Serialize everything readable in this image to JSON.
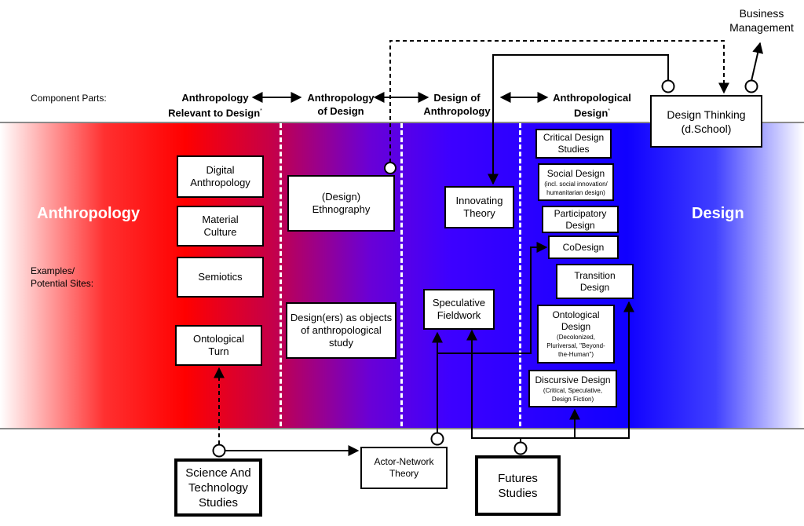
{
  "header": {
    "component_parts_label": "Component Parts:",
    "col1": "Anthropology\nRelevant to Design",
    "col1_mark": "*",
    "col2": "Anthropology\nof Design",
    "col3": "Design of\nAnthropology",
    "col4": "Anthropological\nDesign",
    "col4_mark": "*"
  },
  "left_labels": {
    "examples": "Examples/\nPotential Sites:"
  },
  "band": {
    "left_title": "Anthropology",
    "right_title": "Design"
  },
  "column1": {
    "digital": "Digital\nAnthropology",
    "material": "Material\nCulture",
    "semiotics": "Semiotics",
    "ontological_turn": "Ontological\nTurn"
  },
  "column2": {
    "ethnography": "(Design)\nEthnography",
    "designers_objects": "Design(ers) as objects\nof anthropological\nstudy"
  },
  "column3": {
    "innovating_theory": "Innovating\nTheory",
    "speculative_fieldwork": "Speculative\nFieldwork"
  },
  "column4": {
    "critical_design": "Critical Design\nStudies",
    "social_design": "Social Design",
    "social_design_sub": "(incl. social innovation/\nhumanitarian design)",
    "participatory": "Participatory\nDesign",
    "codesign": "CoDesign",
    "transition": "Transition\nDesign",
    "ontological_design": "Ontological\nDesign",
    "ontological_design_sub": "(Decolonized,\nPluriversal, \"Beyond-\nthe-Human\")",
    "discursive": "Discursive Design",
    "discursive_sub": "(Critical, Speculative,\nDesign Fiction)"
  },
  "top_right": {
    "design_thinking": "Design Thinking\n(d.School)",
    "business": "Business\nManagement"
  },
  "bottom": {
    "sts": "Science And\nTechnology\nStudies",
    "ant": "Actor-Network\nTheory",
    "futures": "Futures\nStudies"
  }
}
